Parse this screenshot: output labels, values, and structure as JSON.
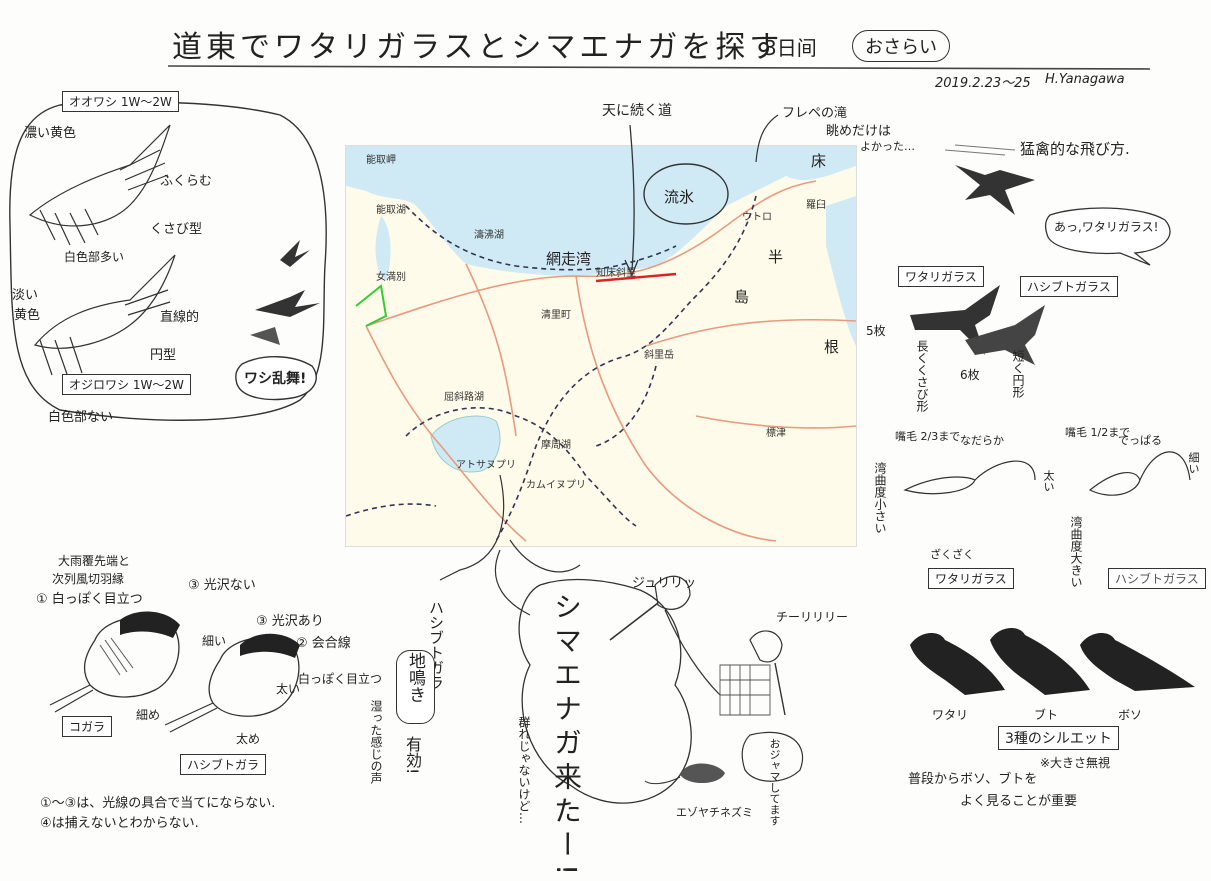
{
  "header": {
    "title": "道東でワタリガラスとシマエナガを探す",
    "duration": "3日间",
    "badge": "おさらい",
    "date": "2019.2.23〜25",
    "author": "H.Yanagawa"
  },
  "eagles": {
    "steller_label": "オオワシ 1W〜2W",
    "notes": [
      "濃い黄色",
      "ふくらむ",
      "くさび型",
      "白色部多い"
    ],
    "whitetail_label": "オジロワシ 1W〜2W",
    "whitetail_notes": [
      "淡い",
      "黄色",
      "直線的",
      "円型",
      "白色部ない"
    ],
    "bubble": "ワシ乱舞!"
  },
  "map": {
    "labels": {
      "bay": "網走湾",
      "ice": "流氷",
      "toko": "床",
      "han": "半",
      "shima": "島",
      "ne": "根"
    },
    "places": [
      "能取岬",
      "能取湖",
      "女満別",
      "濤沸湖",
      "知床斜里",
      "清里町",
      "斜里岳",
      "ウトロ",
      "羅臼",
      "屈斜路湖",
      "アトサヌプリ",
      "カムイヌプリ",
      "摩周湖",
      "標津"
    ]
  },
  "annotations": {
    "road": "天に続く道",
    "furepe_1": "フレペの滝",
    "furepe_2": "眺めだけは",
    "furepe_3": "よかった…"
  },
  "crows": {
    "flight_note": "猛禽的な飛び方.",
    "bubble": "あっ,ワタリガラス!",
    "raven_label": "ワタリガラス",
    "jungle_label": "ハシブトガラス",
    "raven_feather_count": "5枚",
    "jungle_feather_count": "6枚",
    "raven_tail": "長くくさび形",
    "jungle_tail": "短く円形",
    "beak_raven_1": "嘴毛 2/3まで",
    "beak_raven_2": "なだらか",
    "beak_raven_3": "湾曲度小さい",
    "beak_raven_4": "太い",
    "beak_raven_5": "ざくざく",
    "beak_jungle_1": "嘴毛 1/2まで",
    "beak_jungle_2": "でっぱる",
    "beak_jungle_3": "湾曲度大きい",
    "beak_jungle_4": "細い",
    "silhouette_names": [
      "ワタリ",
      "ブト",
      "ボソ"
    ],
    "silhouette_title": "3種のシルエット",
    "silhouette_note": "※大きさ無視",
    "habit_1": "普段からボソ、ブトを",
    "habit_2": "よく見ることが重要"
  },
  "tits": {
    "note_head": "大雨覆先端と",
    "note_head2": "次列風切羽縁",
    "n1": "① 白っぽく目立つ",
    "n3": "③ 光沢ない",
    "thin": "細い",
    "n3b": "③ 光沢あり",
    "n2": "② 会合線",
    "n2b": "白っぽく目立つ",
    "thick": "太い",
    "thinish": "細め",
    "thickish": "太め",
    "kogara": "コガラ",
    "hashibuto": "ハシブトガラ",
    "foot_1": "①〜③は、光線の具合で当てにならない.",
    "foot_2": "④は捕えないとわからない.",
    "song_1": "ハシブトガラ.",
    "song_2": "地鳴き",
    "song_3": "有効!",
    "song_4": "湿った感じの声"
  },
  "shimaenaga": {
    "main": "シマエナガ来たー!",
    "sound1": "ジュリリッ",
    "sound2": "チーリリリー",
    "sub": "群れじゃないけど…",
    "mouse_speech": "おジャマしてます",
    "mouse": "エゾヤチネズミ"
  }
}
